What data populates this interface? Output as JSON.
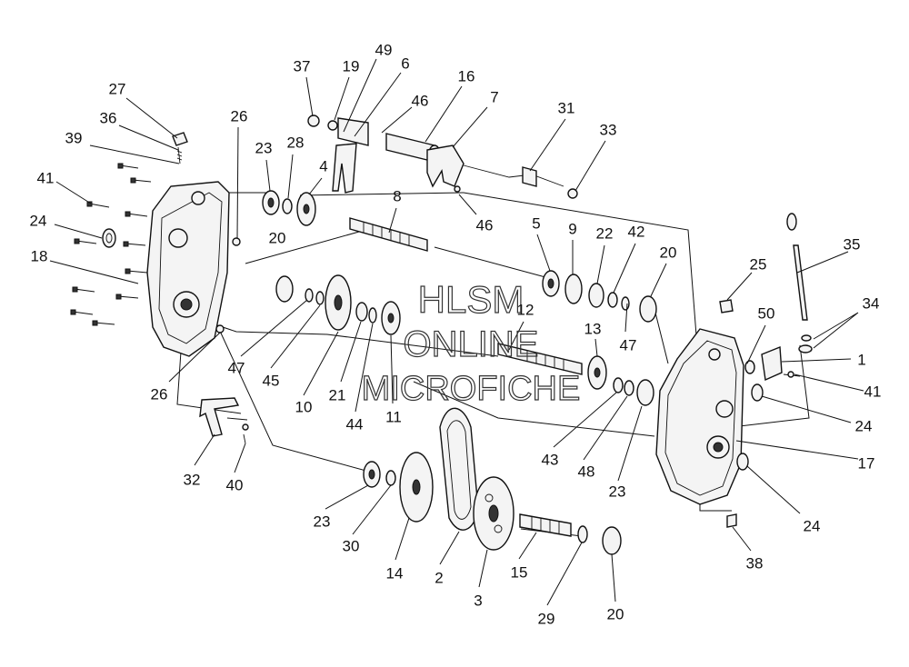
{
  "watermark": {
    "line1": "HLSM",
    "line2": "ONLINE",
    "line3": "MICROFICHE"
  },
  "callouts": [
    {
      "id": "c27",
      "text": "27"
    },
    {
      "id": "c36",
      "text": "36"
    },
    {
      "id": "c39",
      "text": "39"
    },
    {
      "id": "c41a",
      "text": "41"
    },
    {
      "id": "c24a",
      "text": "24"
    },
    {
      "id": "c18",
      "text": "18"
    },
    {
      "id": "c26a",
      "text": "26"
    },
    {
      "id": "c26b",
      "text": "26"
    },
    {
      "id": "c37",
      "text": "37"
    },
    {
      "id": "c19",
      "text": "19"
    },
    {
      "id": "c49",
      "text": "49"
    },
    {
      "id": "c6",
      "text": "6"
    },
    {
      "id": "c46a",
      "text": "46"
    },
    {
      "id": "c16",
      "text": "16"
    },
    {
      "id": "c7",
      "text": "7"
    },
    {
      "id": "c31",
      "text": "31"
    },
    {
      "id": "c33",
      "text": "33"
    },
    {
      "id": "c46b",
      "text": "46"
    },
    {
      "id": "c23a",
      "text": "23"
    },
    {
      "id": "c28",
      "text": "28"
    },
    {
      "id": "c4",
      "text": "4"
    },
    {
      "id": "c8",
      "text": "8"
    },
    {
      "id": "c5",
      "text": "5"
    },
    {
      "id": "c9",
      "text": "9"
    },
    {
      "id": "c22",
      "text": "22"
    },
    {
      "id": "c42",
      "text": "42"
    },
    {
      "id": "c20a",
      "text": "20"
    },
    {
      "id": "c20b",
      "text": "20"
    },
    {
      "id": "c35",
      "text": "35"
    },
    {
      "id": "c25",
      "text": "25"
    },
    {
      "id": "c50",
      "text": "50"
    },
    {
      "id": "c34",
      "text": "34"
    },
    {
      "id": "c1",
      "text": "1"
    },
    {
      "id": "c41b",
      "text": "41"
    },
    {
      "id": "c24b",
      "text": "24"
    },
    {
      "id": "c17",
      "text": "17"
    },
    {
      "id": "c24c",
      "text": "24"
    },
    {
      "id": "c12",
      "text": "12"
    },
    {
      "id": "c13",
      "text": "13"
    },
    {
      "id": "c47a",
      "text": "47"
    },
    {
      "id": "c47b",
      "text": "47"
    },
    {
      "id": "c45",
      "text": "45"
    },
    {
      "id": "c10",
      "text": "10"
    },
    {
      "id": "c21",
      "text": "21"
    },
    {
      "id": "c44",
      "text": "44"
    },
    {
      "id": "c11",
      "text": "11"
    },
    {
      "id": "c43",
      "text": "43"
    },
    {
      "id": "c48",
      "text": "48"
    },
    {
      "id": "c23b",
      "text": "23"
    },
    {
      "id": "c32",
      "text": "32"
    },
    {
      "id": "c40",
      "text": "40"
    },
    {
      "id": "c23c",
      "text": "23"
    },
    {
      "id": "c30",
      "text": "30"
    },
    {
      "id": "c14",
      "text": "14"
    },
    {
      "id": "c2",
      "text": "2"
    },
    {
      "id": "c3",
      "text": "3"
    },
    {
      "id": "c15",
      "text": "15"
    },
    {
      "id": "c29",
      "text": "29"
    },
    {
      "id": "c20c",
      "text": "20"
    },
    {
      "id": "c38",
      "text": "38"
    }
  ]
}
